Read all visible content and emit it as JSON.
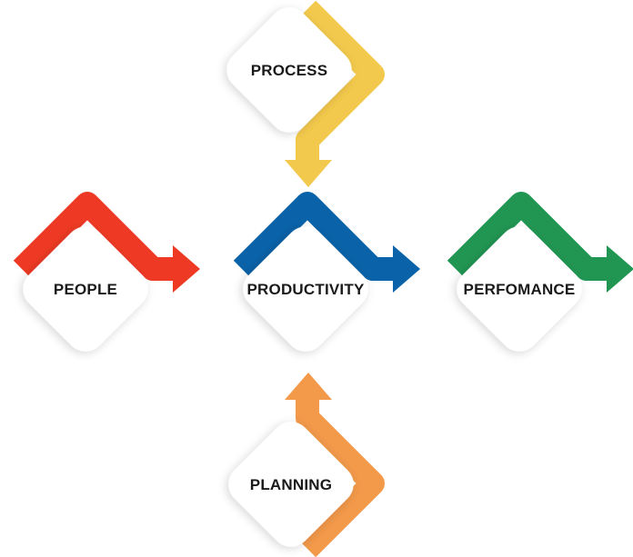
{
  "nodes": {
    "process": {
      "label": "PROCESS",
      "color": "#F2C94C"
    },
    "people": {
      "label": "PEOPLE",
      "color": "#EE3A24"
    },
    "productivity": {
      "label": "PRODUCTIVITY",
      "color": "#0A62A8"
    },
    "performance": {
      "label": "PERFOMANCE",
      "color": "#219653"
    },
    "planning": {
      "label": "PLANNING",
      "color": "#F2994A"
    }
  },
  "colors": {
    "node_fill": "#ffffff",
    "text": "#1a1a1a"
  }
}
